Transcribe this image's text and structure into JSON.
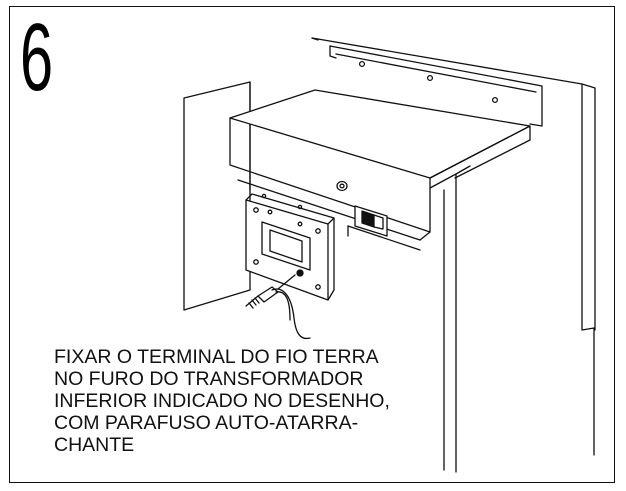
{
  "step": {
    "number": "6"
  },
  "instructions": {
    "lines": [
      "FIXAR O TERMINAL DO FIO TERRA",
      "NO FURO DO TRANSFORMADOR",
      "INFERIOR INDICADO NO DESENHO,",
      "COM PARAFUSO AUTO-ATARRA-",
      "CHANTE"
    ]
  },
  "colors": {
    "line": "#111111",
    "background": "#ffffff"
  },
  "icons": [
    "screw-icon",
    "ground-wire-icon",
    "switch-icon",
    "knob-icon"
  ]
}
